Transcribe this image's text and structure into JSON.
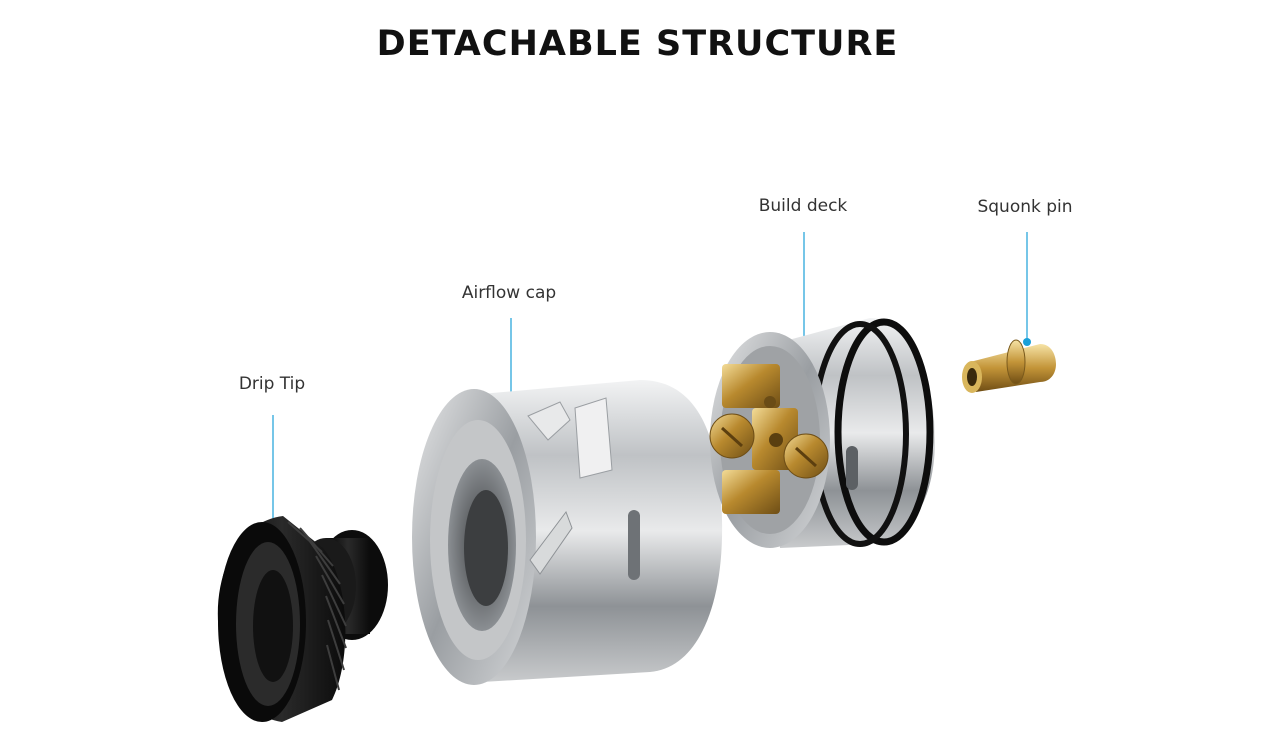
{
  "page": {
    "title": "DETACHABLE STRUCTURE"
  },
  "parts": [
    {
      "label": "Drip Tip"
    },
    {
      "label": "Airflow cap"
    },
    {
      "label": "Build deck"
    },
    {
      "label": "Squonk pin"
    }
  ],
  "colors": {
    "leader": "#1aa0d8",
    "steel": "#c9cbcd",
    "gold": "#c8a14a",
    "black_delrin": "#151515"
  }
}
